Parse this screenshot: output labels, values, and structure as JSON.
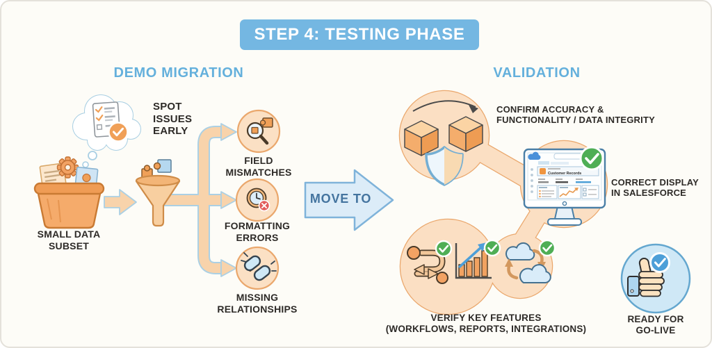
{
  "title": "STEP 4: TESTING PHASE",
  "demo": {
    "heading": "DEMO MIGRATION",
    "thought_label": {
      "line1": "SPOT",
      "line2": "ISSUES",
      "line3": "EARLY"
    },
    "source_label": {
      "line1": "SMALL DATA",
      "line2": "SUBSET"
    },
    "issues": [
      {
        "line1": "FIELD",
        "line2": "MISMATCHES",
        "icon": "magnifier-puzzle-icon"
      },
      {
        "line1": "FORMATTING",
        "line2": "ERRORS",
        "icon": "clock-error-icon"
      },
      {
        "line1": "MISSING",
        "line2": "RELATIONSHIPS",
        "icon": "broken-link-icon"
      }
    ]
  },
  "transition": {
    "label": "MOVE TO"
  },
  "validation": {
    "heading": "VALIDATION",
    "accuracy_label": {
      "line1": "CONFIRM ACCURACY &",
      "line2": "FUNCTIONALITY / DATA INTEGRITY"
    },
    "display_label": {
      "line1": "CORRECT DISPLAY",
      "line2": "IN SALESFORCE"
    },
    "screen_title": "Customer Records",
    "features_label": {
      "line1": "VERIFY KEY FEATURES",
      "line2": "(WORKFLOWS, REPORTS, INTEGRATIONS)"
    },
    "golive_label": {
      "line1": "READY FOR",
      "line2": "GO-LIVE"
    }
  },
  "icons": {
    "thought-checklist-icon": "✓",
    "gear-icon": "⚙",
    "data-basket-icon": "🧺",
    "funnel-puzzle-icon": "⏳",
    "magnifier-puzzle-icon": "🔍",
    "clock-error-icon": "🕐✕",
    "broken-link-icon": "🔗",
    "cubes-shield-icon": "🛡",
    "salesforce-monitor-icon": "🖥",
    "check-badge-icon": "✓",
    "workflow-icon": "⤾",
    "report-chart-icon": "📊",
    "cloud-sync-icon": "☁⇄",
    "thumbs-up-icon": "👍"
  },
  "colors": {
    "background": "#fdfcf7",
    "title_bg": "#74b7e2",
    "heading_blue": "#64b0dc",
    "blob_fill": "#fbdfc3",
    "blob_stroke": "#eaa76c",
    "flow_arrow_fill": "#f8d3ab",
    "flow_arrow_stroke": "#abd0e4",
    "move_arrow_fill": "#dcecf8",
    "move_arrow_stroke": "#7fb3da",
    "check_green": "#4fae55",
    "check_blue": "#4d9fd8",
    "error_red": "#e25c5c",
    "accent_orange": "#f0a058",
    "text_dark": "#2d2a27",
    "golive_circle": "#cfe8f6"
  }
}
